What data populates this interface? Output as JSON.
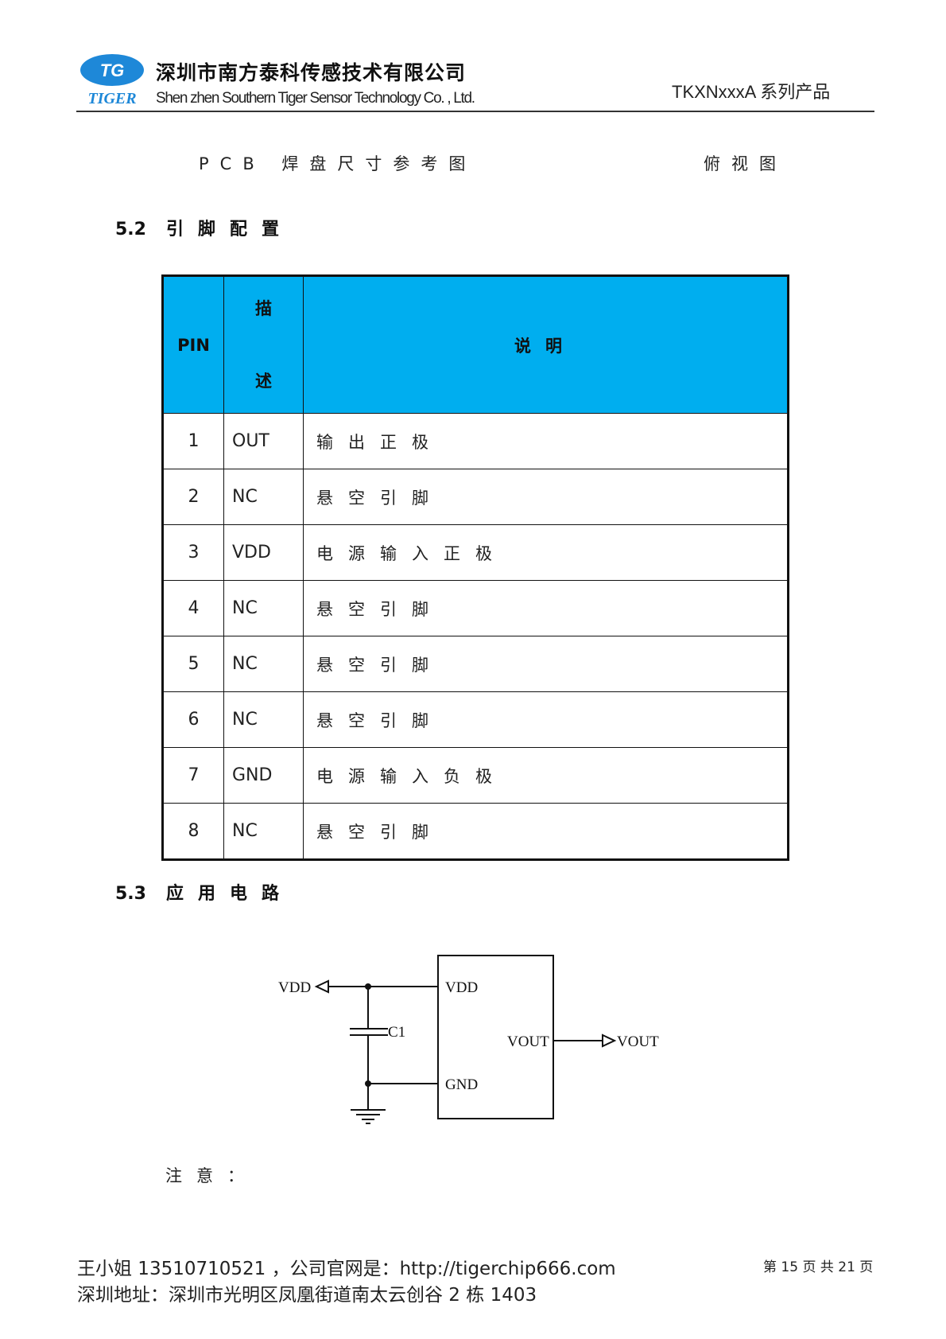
{
  "header": {
    "logo": {
      "icon": "tiger-logo-icon",
      "emblem_text": "TG",
      "brand_text": "TIGER",
      "brand_color": "#1e88d8"
    },
    "company_name_cn": "深圳市南方泰科传感技术有限公司",
    "company_name_en": "Shen zhen Southern Tiger Sensor Technology Co. , Ltd.",
    "product_series": "TKXNxxxA 系列产品"
  },
  "captions": {
    "left": "PCB 焊盘尺寸参考图",
    "right": "俯视图"
  },
  "section_5_2": {
    "number": "5.2",
    "title": "引脚配置"
  },
  "pin_table": {
    "header_color": "#00aeef",
    "headers": {
      "pin": "PIN",
      "desc_top": "描",
      "desc_bottom": "述",
      "explanation": "说明"
    },
    "rows": [
      {
        "pin": "1",
        "name": "OUT",
        "description": "输出正极"
      },
      {
        "pin": "2",
        "name": "NC",
        "description": "悬空引脚"
      },
      {
        "pin": "3",
        "name": "VDD",
        "description": "电源输入正极"
      },
      {
        "pin": "4",
        "name": "NC",
        "description": "悬空引脚"
      },
      {
        "pin": "5",
        "name": "NC",
        "description": "悬空引脚"
      },
      {
        "pin": "6",
        "name": "NC",
        "description": "悬空引脚"
      },
      {
        "pin": "7",
        "name": "GND",
        "description": "电源输入负极"
      },
      {
        "pin": "8",
        "name": "NC",
        "description": "悬空引脚"
      }
    ]
  },
  "section_5_3": {
    "number": "5.3",
    "title": "应用电路"
  },
  "circuit": {
    "vdd_in_label": "VDD",
    "capacitor_label": "C1",
    "chip_vdd_label": "VDD",
    "chip_gnd_label": "GND",
    "chip_vout_label": "VOUT",
    "vout_out_label": "VOUT"
  },
  "note": "注意：",
  "footer": {
    "contact_line": "王小姐 13510710521 ，公司官网是：http://tigerchip666.com",
    "address_line": "深圳地址：深圳市光明区凤凰街道南太云创谷 2 栋 1403",
    "page_indicator": "第 15 页 共 21 页"
  }
}
